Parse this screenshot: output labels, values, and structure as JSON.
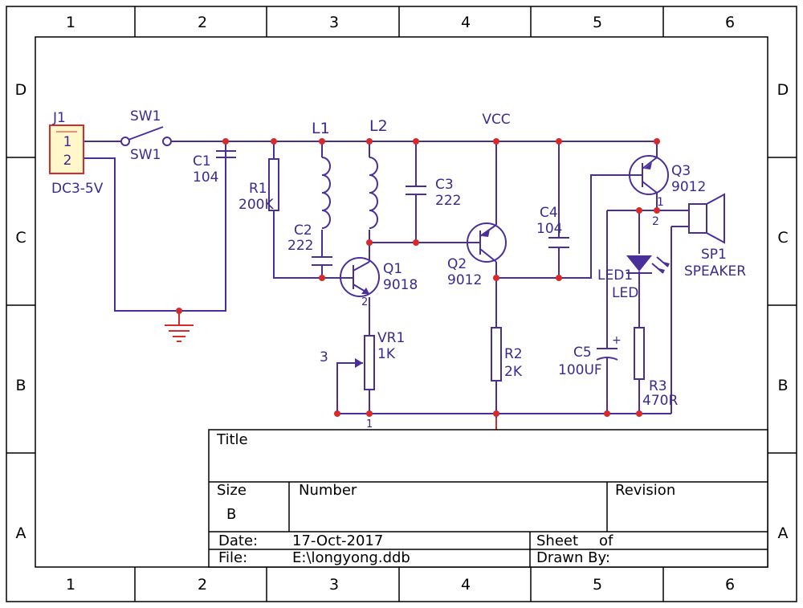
{
  "frame": {
    "columns": [
      "1",
      "2",
      "3",
      "4",
      "5",
      "6"
    ],
    "rows": [
      "D",
      "C",
      "B",
      "A"
    ]
  },
  "components": {
    "j1": {
      "ref": "J1",
      "pin1": "1",
      "pin2": "2",
      "value": "DC3-5V"
    },
    "sw1": {
      "ref": "SW1",
      "label": "SW1"
    },
    "c1": {
      "ref": "C1",
      "value": "104"
    },
    "r1": {
      "ref": "R1",
      "value": "200K"
    },
    "l1": {
      "ref": "L1"
    },
    "l2": {
      "ref": "L2"
    },
    "c2": {
      "ref": "C2",
      "value": "222"
    },
    "c3": {
      "ref": "C3",
      "value": "222"
    },
    "q1": {
      "ref": "Q1",
      "value": "9018",
      "pin": "2"
    },
    "vcc": {
      "label": "VCC"
    },
    "q2": {
      "ref": "Q2",
      "value": "9012"
    },
    "c4": {
      "ref": "C4",
      "value": "104"
    },
    "q3": {
      "ref": "Q3",
      "value": "9012",
      "pin": "1"
    },
    "sp1": {
      "ref": "SP1",
      "value": "SPEAKER",
      "pin": "2"
    },
    "led1": {
      "ref": "LED1",
      "value": "LED"
    },
    "vr1": {
      "ref": "VR1",
      "value": "1K",
      "pin3": "3",
      "pin1": "1"
    },
    "r2": {
      "ref": "R2",
      "value": "2K"
    },
    "c5": {
      "ref": "C5",
      "value": "100UF",
      "polarity": "+"
    },
    "r3": {
      "ref": "R3",
      "value": "470R"
    }
  },
  "title_block": {
    "title_label": "Title",
    "size_label": "Size",
    "size_value": "B",
    "number_label": "Number",
    "revision_label": "Revision",
    "date_label": "Date:",
    "date_value": "17-Oct-2017",
    "sheet_label": "Sheet",
    "sheet_of": "of",
    "file_label": "File:",
    "file_value": "E:\\longyong.ddb",
    "drawn_label": "Drawn By:"
  },
  "colors": {
    "wire": "#4a2f9a",
    "junction": "#d62b2b",
    "connector": "#d62b2b",
    "connector_fill": "#fff7c9"
  }
}
